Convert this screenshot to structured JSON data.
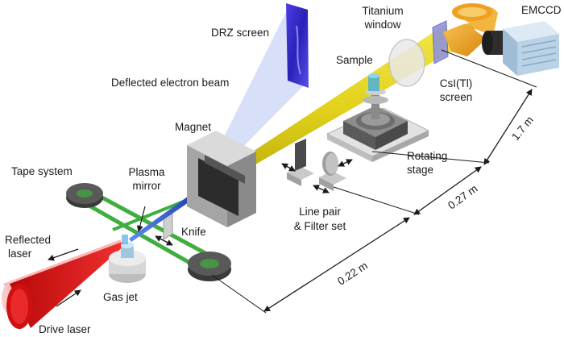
{
  "labels": {
    "drz_screen": "DRZ screen",
    "titanium_window_line1": "Titanium",
    "titanium_window_line2": "window",
    "emccd": "EMCCD",
    "sample": "Sample",
    "deflected_beam": "Deflected electron beam",
    "csi_line1": "CsI(Tl)",
    "csi_line2": "screen",
    "magnet": "Magnet",
    "tape_system": "Tape system",
    "plasma_mirror_line1": "Plasma",
    "plasma_mirror_line2": "mirror",
    "rotating_stage_line1": "Rotating",
    "rotating_stage_line2": "stage",
    "knife": "Knife",
    "line_pair_line1": "Line pair",
    "line_pair_line2": "& Filter set",
    "reflected_laser_line1": "Reflected",
    "reflected_laser_line2": "laser",
    "gas_jet": "Gas jet",
    "drive_laser": "Drive laser"
  },
  "dimensions": {
    "d1": "1.7 m",
    "d2": "0.27 m",
    "d3": "0.22 m"
  },
  "colors": {
    "xray_beam": "#e2d21c",
    "electron_beam": "#2a56d6",
    "tape": "#3fae3f",
    "drz_screen": "#3b2fd0",
    "elbow_pipe": "#f0a020",
    "emccd_body": "#b9d2e6",
    "drive_laser": "#e01818",
    "reflected_laser": "#f6a0a0",
    "magnet": "#8a8a8a"
  }
}
